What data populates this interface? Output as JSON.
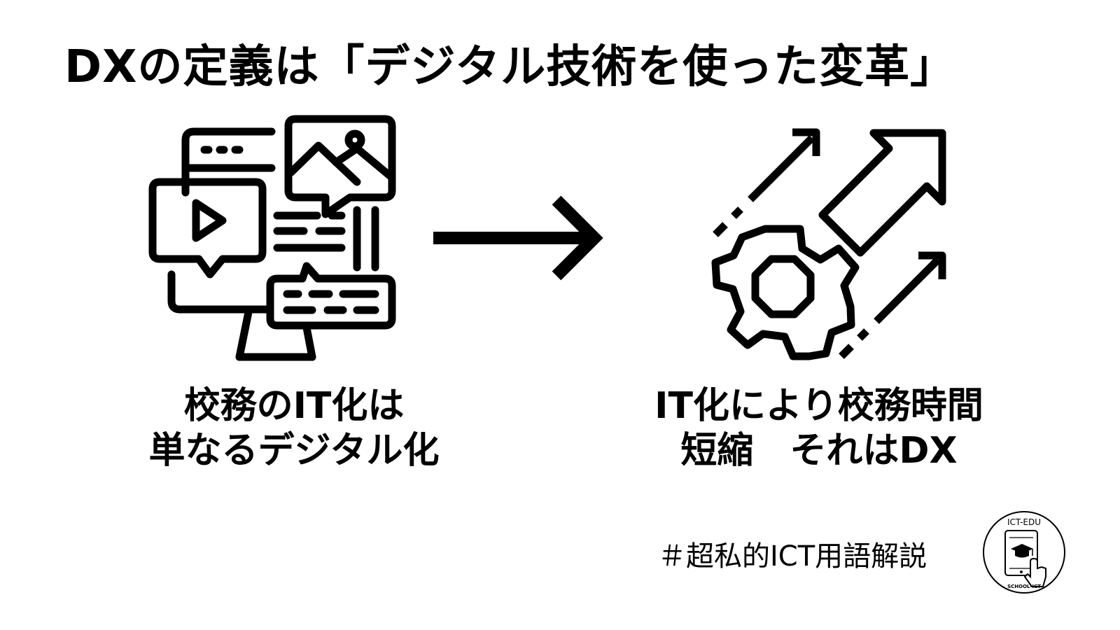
{
  "title": "DXの定義は「デジタル技術を使った変革」",
  "left": {
    "icon": "multimedia-monitor-icon",
    "caption_line1": "校務のIT化は",
    "caption_line2": "単なるデジタル化"
  },
  "transition": {
    "icon": "right-arrow-icon"
  },
  "right": {
    "icon": "gear-growth-arrows-icon",
    "caption_line1": "IT化により校務時間",
    "caption_line2": "短縮　それはDX"
  },
  "hashtag": "＃超私的ICT用語解説",
  "logo": {
    "icon": "tablet-graduation-cap-icon",
    "top_text": "ICT-EDU",
    "bottom_text": "SCHOOL-ICT"
  },
  "colors": {
    "ink": "#000000",
    "background": "#ffffff"
  }
}
